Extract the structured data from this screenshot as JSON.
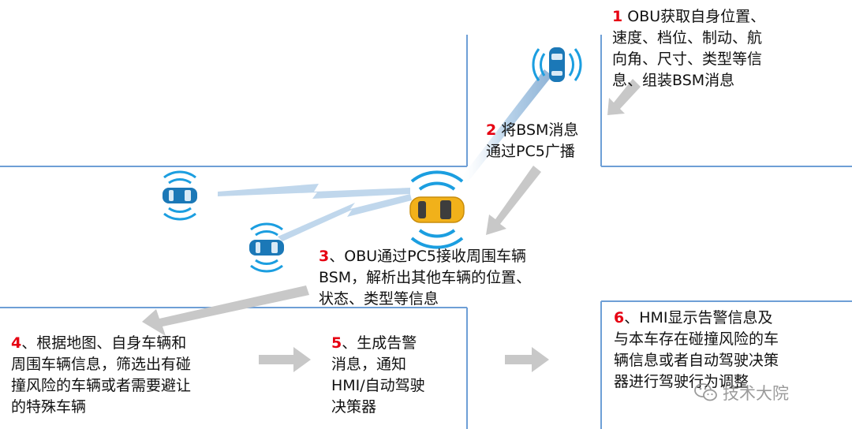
{
  "colors": {
    "road": "#6e9fd6",
    "signal": "#1b9ee0",
    "ego_car": "#f1b11a",
    "other_car": "#1b78b7",
    "step_number": "#e60012",
    "flow_arrow": "#c8c8c8",
    "radio_link": "#a9c6e0"
  },
  "steps": [
    {
      "num": "1",
      "lines": [
        " OBU获取自身位置、",
        "速度、档位、制动、航",
        "向角、尺寸、类型等信",
        "息、组装BSM消息"
      ]
    },
    {
      "num": "2",
      "lines": [
        " 将BSM消息",
        "通过PC5广播"
      ]
    },
    {
      "num": "3",
      "lines": [
        "、OBU通过PC5接收周围车辆",
        "BSM，解析出其他车辆的位置、",
        "状态、类型等信息"
      ]
    },
    {
      "num": "4",
      "lines": [
        "、根据地图、自身车辆和",
        "周围车辆信息，筛选出有碰",
        "撞风险的车辆或者需要避让",
        "的特殊车辆"
      ]
    },
    {
      "num": "5",
      "lines": [
        "、生成告警",
        "消息，通知",
        "HMI/自动驾驶",
        "决策器"
      ]
    },
    {
      "num": "6",
      "lines": [
        "、HMI显示告警信息及",
        "与本车存在碰撞风险的车",
        "辆信息或者自动驾驶决策",
        "器进行驾驶行为调整"
      ]
    }
  ],
  "watermark": {
    "icon": "wechat-icon",
    "text": "技术大院"
  }
}
